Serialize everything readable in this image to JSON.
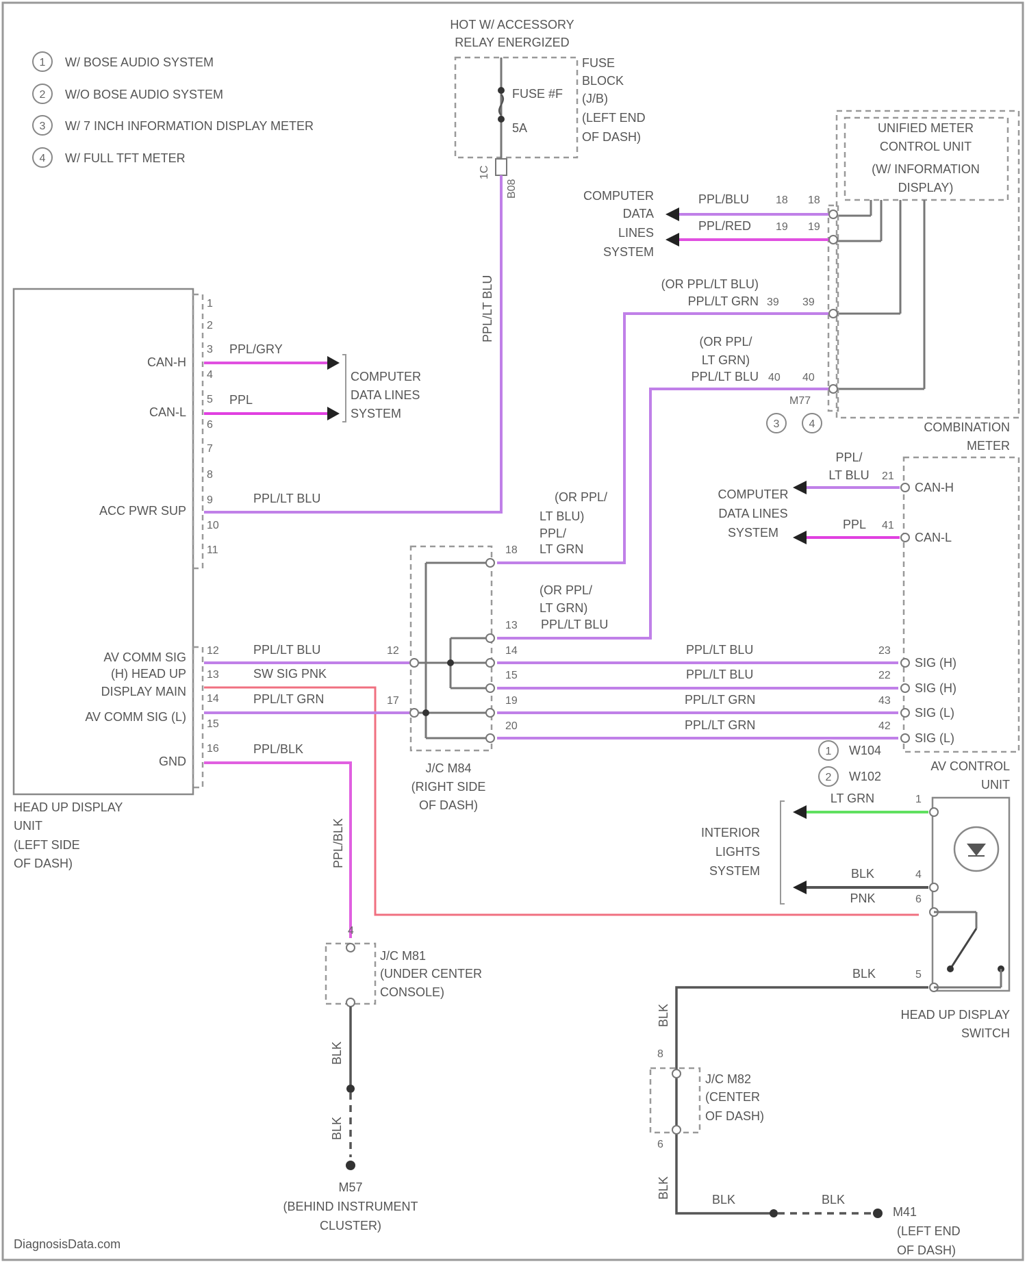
{
  "legend": [
    {
      "num": "1",
      "text": "W/ BOSE AUDIO SYSTEM"
    },
    {
      "num": "2",
      "text": "W/O BOSE AUDIO SYSTEM"
    },
    {
      "num": "3",
      "text": "W/ 7 INCH INFORMATION DISPLAY METER"
    },
    {
      "num": "4",
      "text": "W/ FULL TFT METER"
    }
  ],
  "fuse": {
    "header1": "HOT W/ ACCESSORY",
    "header2": "RELAY ENERGIZED",
    "name": "FUSE #F",
    "amps": "5A",
    "block_lines": [
      "FUSE",
      "BLOCK",
      "(J/B)",
      "(LEFT END",
      "OF DASH)"
    ],
    "pin": "1C",
    "conn": "B08",
    "wire_label": "PPL/LT BLU"
  },
  "hud_unit": {
    "pins": [
      "1",
      "2",
      "3",
      "4",
      "5",
      "6",
      "7",
      "8",
      "9",
      "10",
      "11",
      "12",
      "13",
      "14",
      "15",
      "16"
    ],
    "can_h": "CAN-H",
    "can_l": "CAN-L",
    "acc": "ACC PWR SUP",
    "av_h1": "AV COMM SIG",
    "av_h2": "(H) HEAD UP",
    "av_h3": "DISPLAY MAIN",
    "av_l": "AV COMM SIG (L)",
    "gnd": "GND",
    "title_lines": [
      "HEAD UP DISPLAY",
      "UNIT",
      "(LEFT SIDE",
      "OF DASH)"
    ],
    "w_can_h": "PPL/GRY",
    "w_can_l": "PPL",
    "w_acc": "PPL/LT BLU",
    "w12": "PPL/LT BLU",
    "w13": "SW SIG PNK",
    "w14": "PPL/LT GRN",
    "w16": "PPL/BLK"
  },
  "cdl_left": [
    "COMPUTER",
    "DATA LINES",
    "SYSTEM"
  ],
  "meter": {
    "unified_lines": [
      "UNIFIED METER",
      "CONTROL UNIT",
      "(W/ INFORMATION",
      "DISPLAY)"
    ],
    "cdl_lines": [
      "COMPUTER",
      "DATA",
      "LINES",
      "SYSTEM"
    ],
    "w_blu": "PPL/BLU",
    "w_red": "PPL/RED",
    "p18": "18",
    "p19": "19",
    "w39a": "(OR PPL/LT BLU)",
    "w39b": "PPL/LT GRN",
    "p39": "39",
    "w40a": "(OR PPL/",
    "w40b": "LT GRN)",
    "w40c": "PPL/LT BLU",
    "p40": "40",
    "conn": "M77",
    "note1": "3",
    "note2": "4",
    "title_lines": [
      "COMBINATION",
      "METER"
    ]
  },
  "jc": {
    "title_lines": [
      "J/C M84",
      "(RIGHT SIDE",
      "OF DASH)"
    ],
    "p12": "12",
    "p17": "17",
    "p13": "13",
    "p14": "14",
    "p15": "15",
    "p18": "18",
    "p19": "19",
    "p20": "20",
    "w18a": "(OR PPL/",
    "w18b": "LT BLU)",
    "w18c": "PPL/",
    "w18d": "LT GRN",
    "w13a": "(OR PPL/",
    "w13b": "LT GRN)",
    "w13c": "PPL/LT BLU"
  },
  "av_unit": {
    "w_canh1": "PPL/",
    "w_canh2": "LT BLU",
    "p21": "21",
    "w_canl": "PPL",
    "p41": "41",
    "can_h": "CAN-H",
    "can_l": "CAN-L",
    "cdl_lines": [
      "COMPUTER",
      "DATA LINES",
      "SYSTEM"
    ],
    "w_a": "PPL/LT BLU",
    "w_b": "PPL/LT BLU",
    "w_c": "PPL/LT GRN",
    "w_d": "PPL/LT GRN",
    "p23": "23",
    "p22": "22",
    "p43": "43",
    "p42": "42",
    "s1": "SIG (H)",
    "s2": "SIG (H)",
    "s3": "SIG (L)",
    "s4": "SIG (L)",
    "c1": "W104",
    "c2": "W102",
    "n1": "1",
    "n2": "2",
    "title_lines": [
      "AV CONTROL",
      "UNIT"
    ]
  },
  "switch": {
    "interior_lines": [
      "INTERIOR",
      "LIGHTS",
      "SYSTEM"
    ],
    "w1": "LT GRN",
    "p1": "1",
    "w4": "BLK",
    "p4": "4",
    "w6": "PNK",
    "p6": "6",
    "w5": "BLK",
    "p5": "5",
    "title_lines": [
      "HEAD UP DISPLAY",
      "SWITCH"
    ]
  },
  "ground_left": {
    "wire": "PPL/BLK",
    "pin": "4",
    "jc_lines": [
      "J/C M81",
      "(UNDER CENTER",
      "CONSOLE)"
    ],
    "blk1": "BLK",
    "blk2": "BLK",
    "g_lines": [
      "M57",
      "(BEHIND INSTRUMENT",
      "CLUSTER)"
    ]
  },
  "ground_right": {
    "blk1": "BLK",
    "pin8": "8",
    "jc_lines": [
      "J/C M82",
      "(CENTER",
      "OF DASH)"
    ],
    "pin6": "6",
    "blk2": "BLK",
    "blk3": "BLK",
    "blk4": "BLK",
    "g_lines": [
      "M41",
      "(LEFT END",
      "OF DASH)"
    ]
  },
  "footer": "DiagnosisData.com",
  "colors": {
    "ppl_lt_blu": "#c080e8",
    "ppl_gry": "#e050e0",
    "ppl": "#e040e0",
    "pnk": "#f07080",
    "lt_grn": "#60e060",
    "blk": "#555555"
  }
}
